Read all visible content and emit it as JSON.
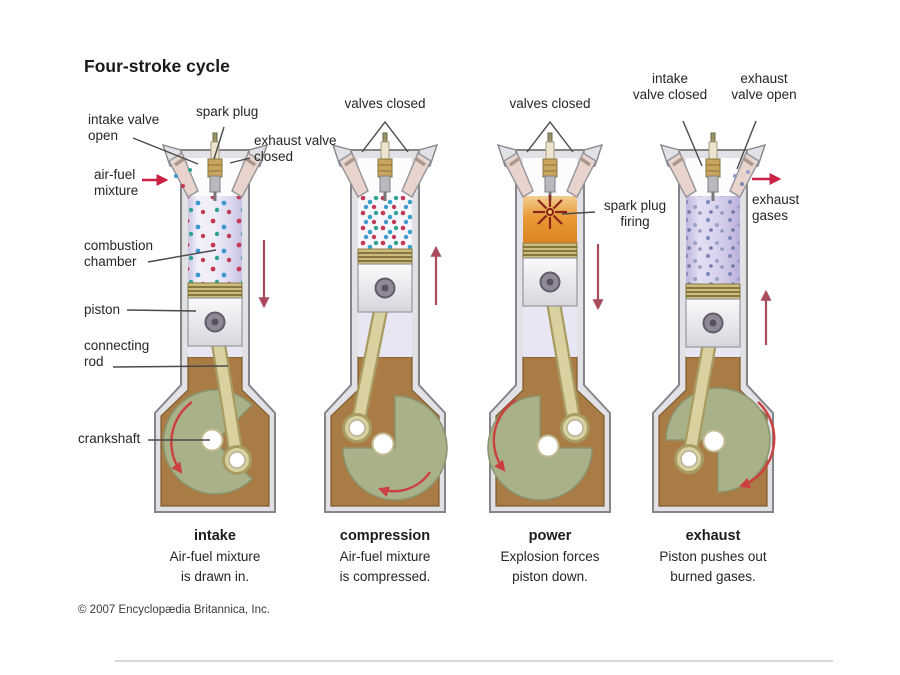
{
  "title": "Four-stroke cycle",
  "copyright": "© 2007 Encyclopædia Britannica, Inc.",
  "annotations": {
    "intake_valve_open": {
      "lines": [
        "intake valve",
        "open"
      ]
    },
    "spark_plug": {
      "lines": [
        "spark plug"
      ]
    },
    "exhaust_valve_closed": {
      "lines": [
        "exhaust valve",
        "closed"
      ]
    },
    "air_fuel_mixture": {
      "lines": [
        "air-fuel",
        "mixture"
      ]
    },
    "combustion_chamber": {
      "lines": [
        "combustion",
        "chamber"
      ]
    },
    "piston": {
      "lines": [
        "piston"
      ]
    },
    "connecting_rod": {
      "lines": [
        "connecting",
        "rod"
      ]
    },
    "crankshaft": {
      "lines": [
        "crankshaft"
      ]
    },
    "valves_closed_compression": {
      "lines": [
        "valves closed"
      ]
    },
    "valves_closed_power": {
      "lines": [
        "valves closed"
      ]
    },
    "spark_plug_firing": {
      "lines": [
        "spark plug",
        "firing"
      ]
    },
    "intake_valve_closed": {
      "lines": [
        "intake",
        "valve closed"
      ]
    },
    "exhaust_valve_open": {
      "lines": [
        "exhaust",
        "valve open"
      ]
    },
    "exhaust_gases": {
      "lines": [
        "exhaust",
        "gases"
      ]
    }
  },
  "strokes": [
    {
      "name": "intake",
      "desc_lines": [
        "Air-fuel mixture",
        "is drawn in."
      ]
    },
    {
      "name": "compression",
      "desc_lines": [
        "Air-fuel mixture",
        "is compressed."
      ]
    },
    {
      "name": "power",
      "desc_lines": [
        "Explosion forces",
        "piston down."
      ]
    },
    {
      "name": "exhaust",
      "desc_lines": [
        "Piston pushes out",
        "burned gases."
      ]
    }
  ],
  "colors": {
    "chamber_lavender": "#d9d5ee",
    "explosion_orange": "#e89a36",
    "crankcase_brown": "#a87c44",
    "crank_disc_green": "#a9b188",
    "rod_tan": "#d9d1a0",
    "piston_ring_band": "#cdbc7c",
    "motion_arrow_red": "#a84a5c",
    "flow_arrow_red": "#cc2244",
    "rotation_arrow_red": "#cc4040",
    "pointer_grey": "#4a4a4a"
  }
}
